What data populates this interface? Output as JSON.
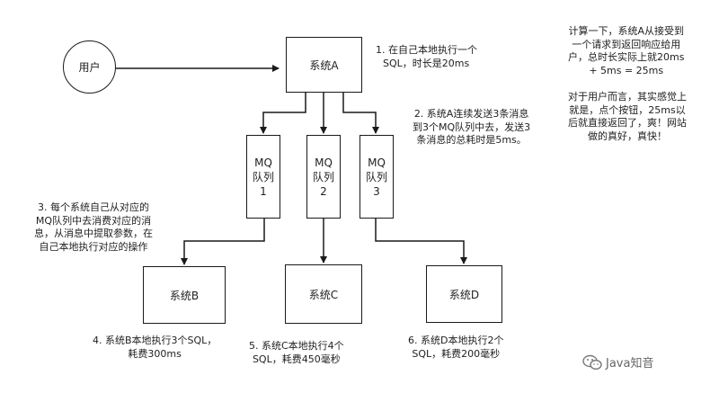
{
  "nodes": {
    "user": "用户",
    "system_a": "系统A",
    "queue1": [
      "MQ",
      "队列",
      "1"
    ],
    "queue2": [
      "MQ",
      "队列",
      "2"
    ],
    "queue3": [
      "MQ",
      "队列",
      "3"
    ],
    "system_b": "系统B",
    "system_c": "系统C",
    "system_d": "系统D"
  },
  "notes": {
    "n1": [
      "1. 在自己本地执行一个",
      "SQL，时长是20ms"
    ],
    "n2": [
      "2. 系统A连续发送3条消息",
      "到3个MQ队列中去，发送3",
      "条消息的总耗时是5ms。"
    ],
    "n3": [
      "3. 每个系统自己从对应的",
      "MQ队列中去消费对应的消",
      "息，从消息中提取参数，在",
      "自己本地执行对应的操作"
    ],
    "n4": [
      "4. 系统B本地执行3个SQL，",
      "耗费300ms"
    ],
    "n5": [
      "5. 系统C本地执行4个",
      "SQL，耗费450毫秒"
    ],
    "n6": [
      "6. 系统D本地执行2个",
      "SQL，耗费200毫秒"
    ],
    "calc": [
      "计算一下，系统A从接受到",
      "一个请求到返回响应给用",
      "户，总时长实际上就20ms",
      "+ 5ms = 25ms"
    ],
    "feel": [
      "对于用户而言，其实感觉上",
      "就是，点个按钮，25ms以",
      "后就直接返回了，爽！网站",
      "做的真好，真快！"
    ]
  },
  "watermark": "Java知音",
  "colors": {
    "stroke": "#1a1a1a",
    "text": "#222222"
  }
}
